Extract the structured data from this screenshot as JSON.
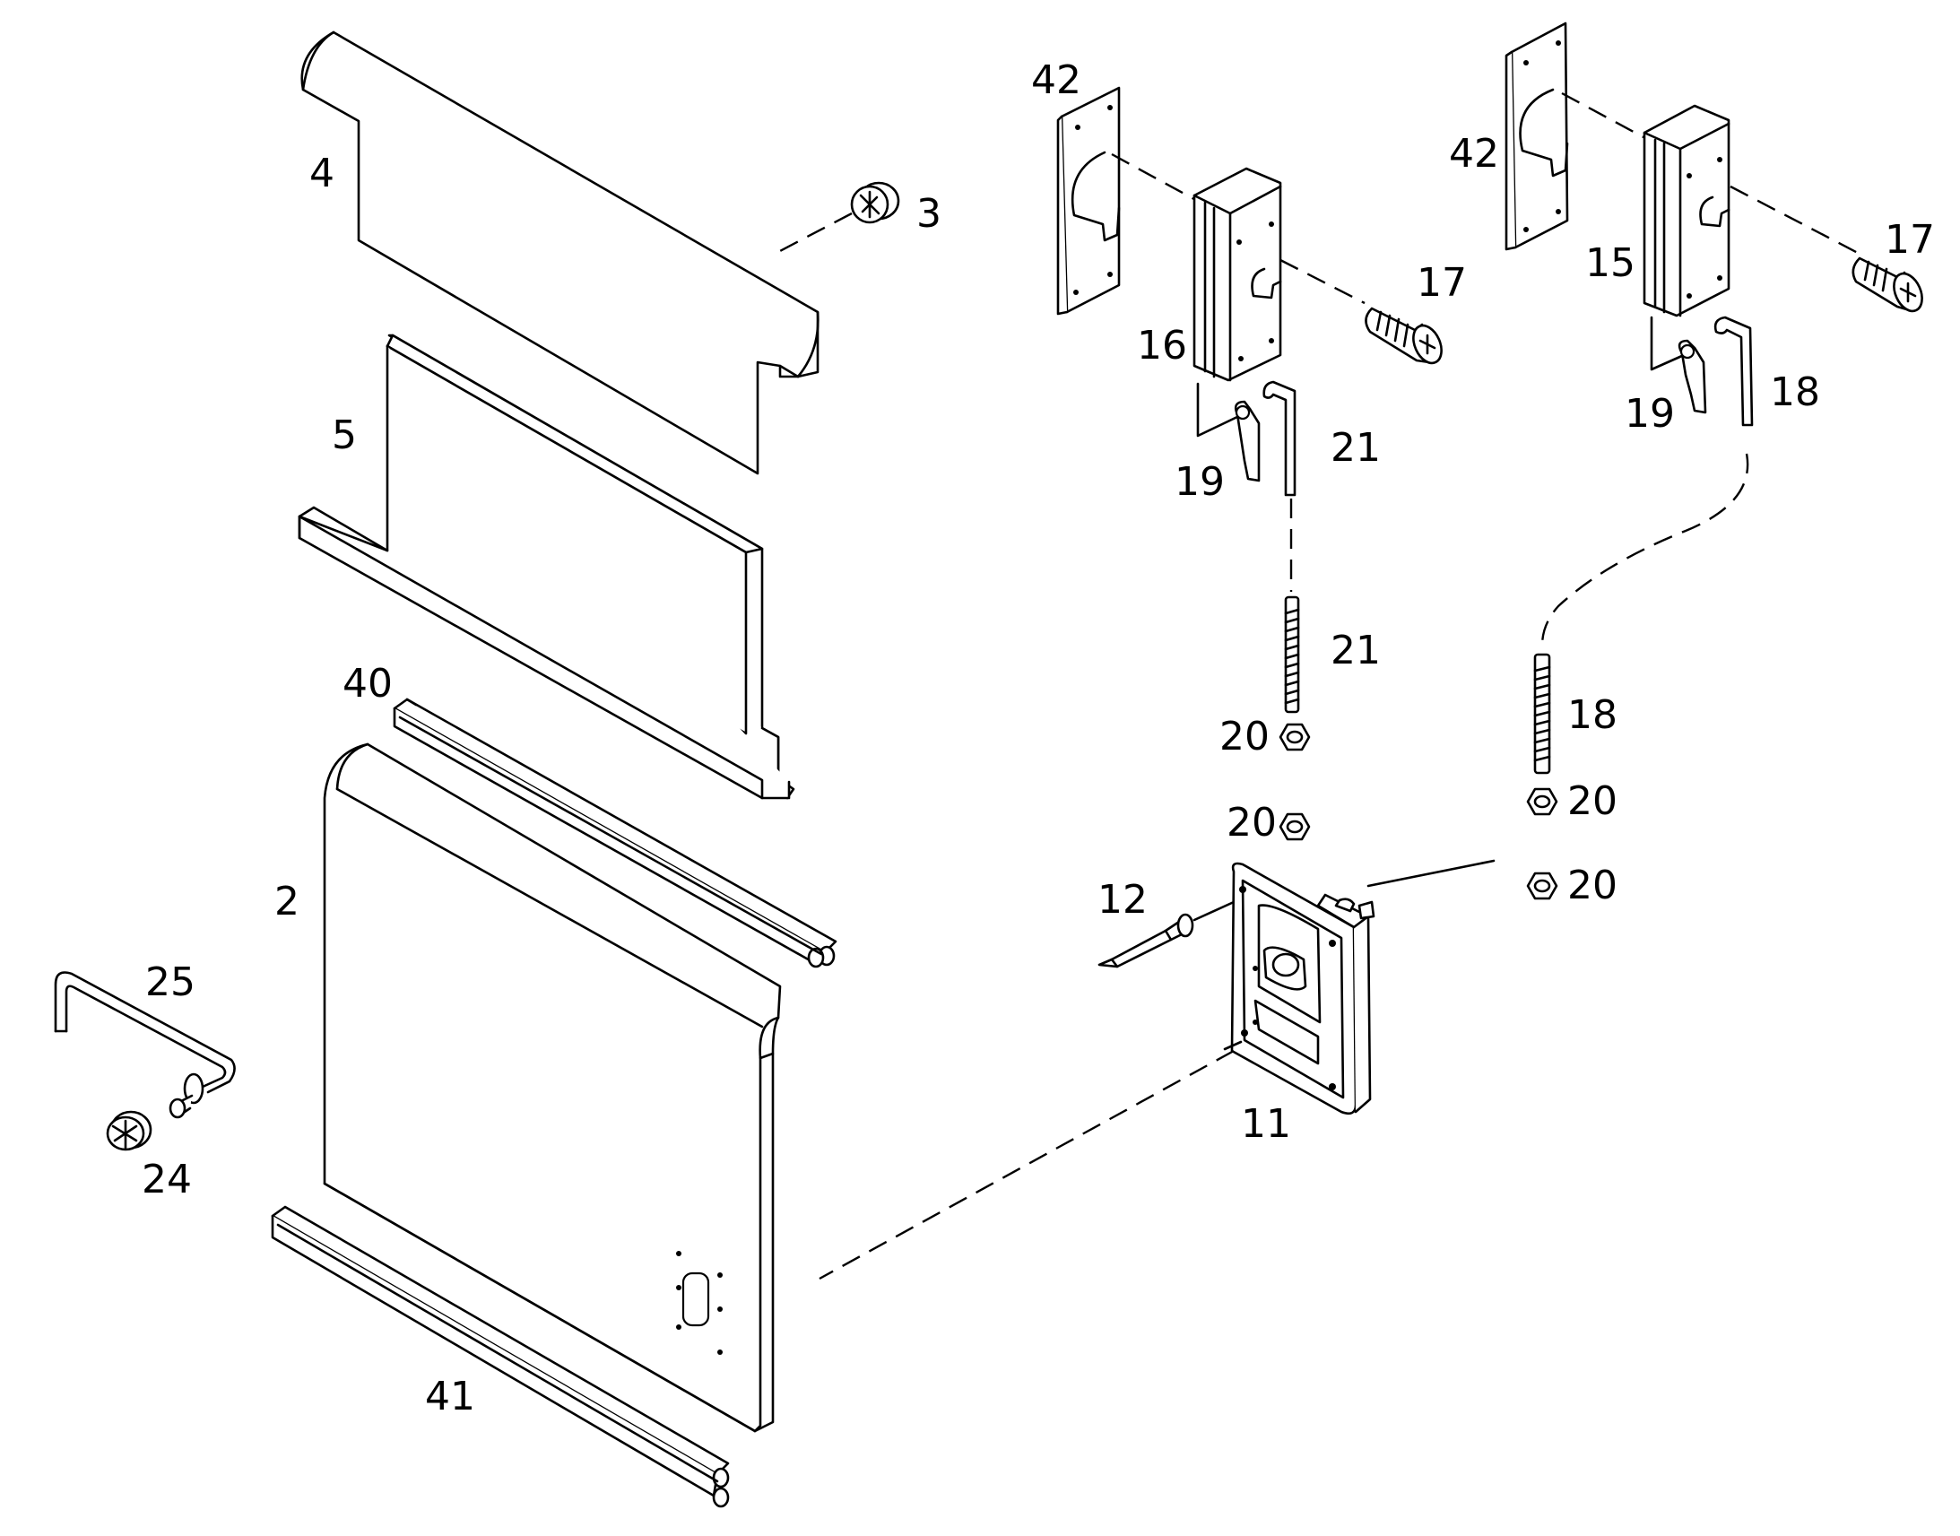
{
  "labels": {
    "l_4": "4",
    "l_3": "3",
    "l_5": "5",
    "l_40": "40",
    "l_2": "2",
    "l_25": "25",
    "l_24": "24",
    "l_41": "41",
    "l_42a": "42",
    "l_16": "16",
    "l_17a": "17",
    "l_19a": "19",
    "l_21a": "21",
    "l_21b": "21",
    "l_20a": "20",
    "l_20b": "20",
    "l_12": "12",
    "l_11": "11",
    "l_42b": "42",
    "l_15": "15",
    "l_17b": "17",
    "l_19b": "19",
    "l_18a": "18",
    "l_18b": "18",
    "l_20c": "20",
    "l_20d": "20"
  }
}
